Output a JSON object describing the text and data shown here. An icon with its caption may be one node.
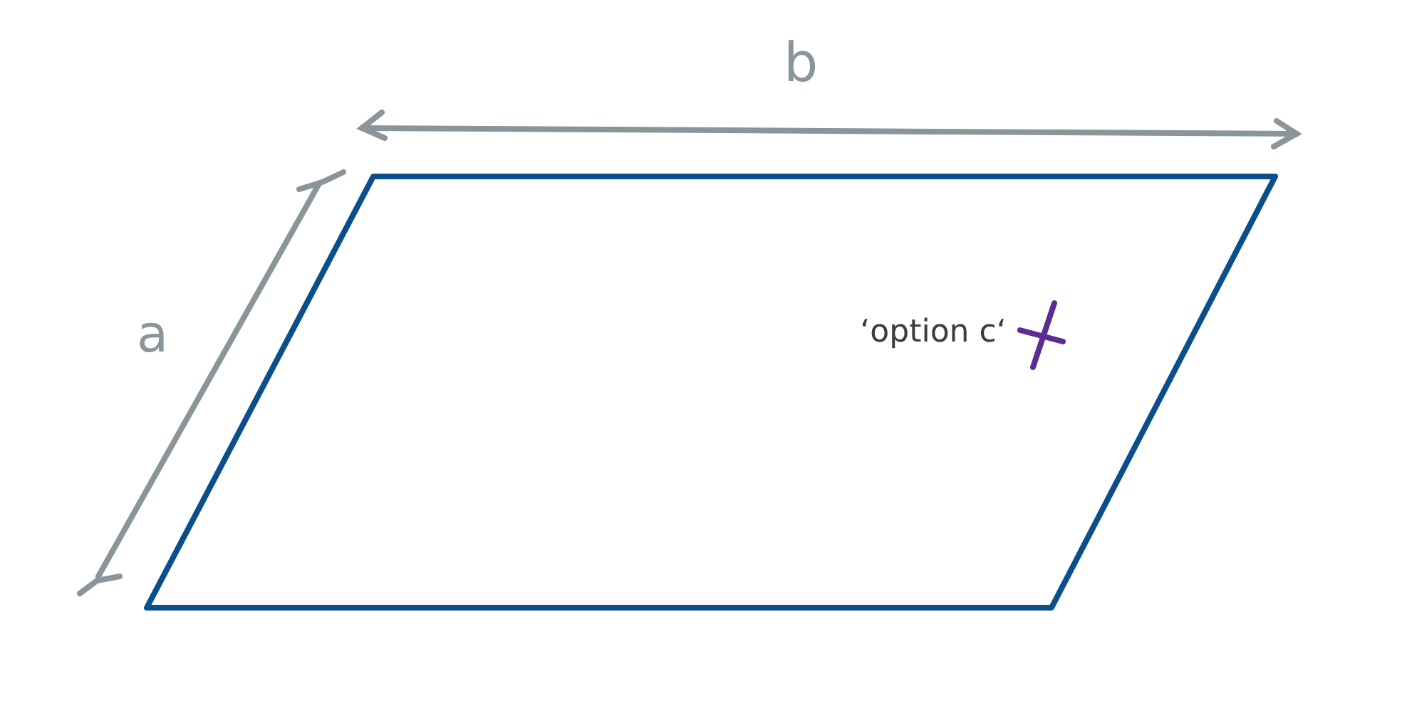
{
  "diagram": {
    "labels": [
      "b",
      "a",
      "‘option c‘"
    ]
  }
}
